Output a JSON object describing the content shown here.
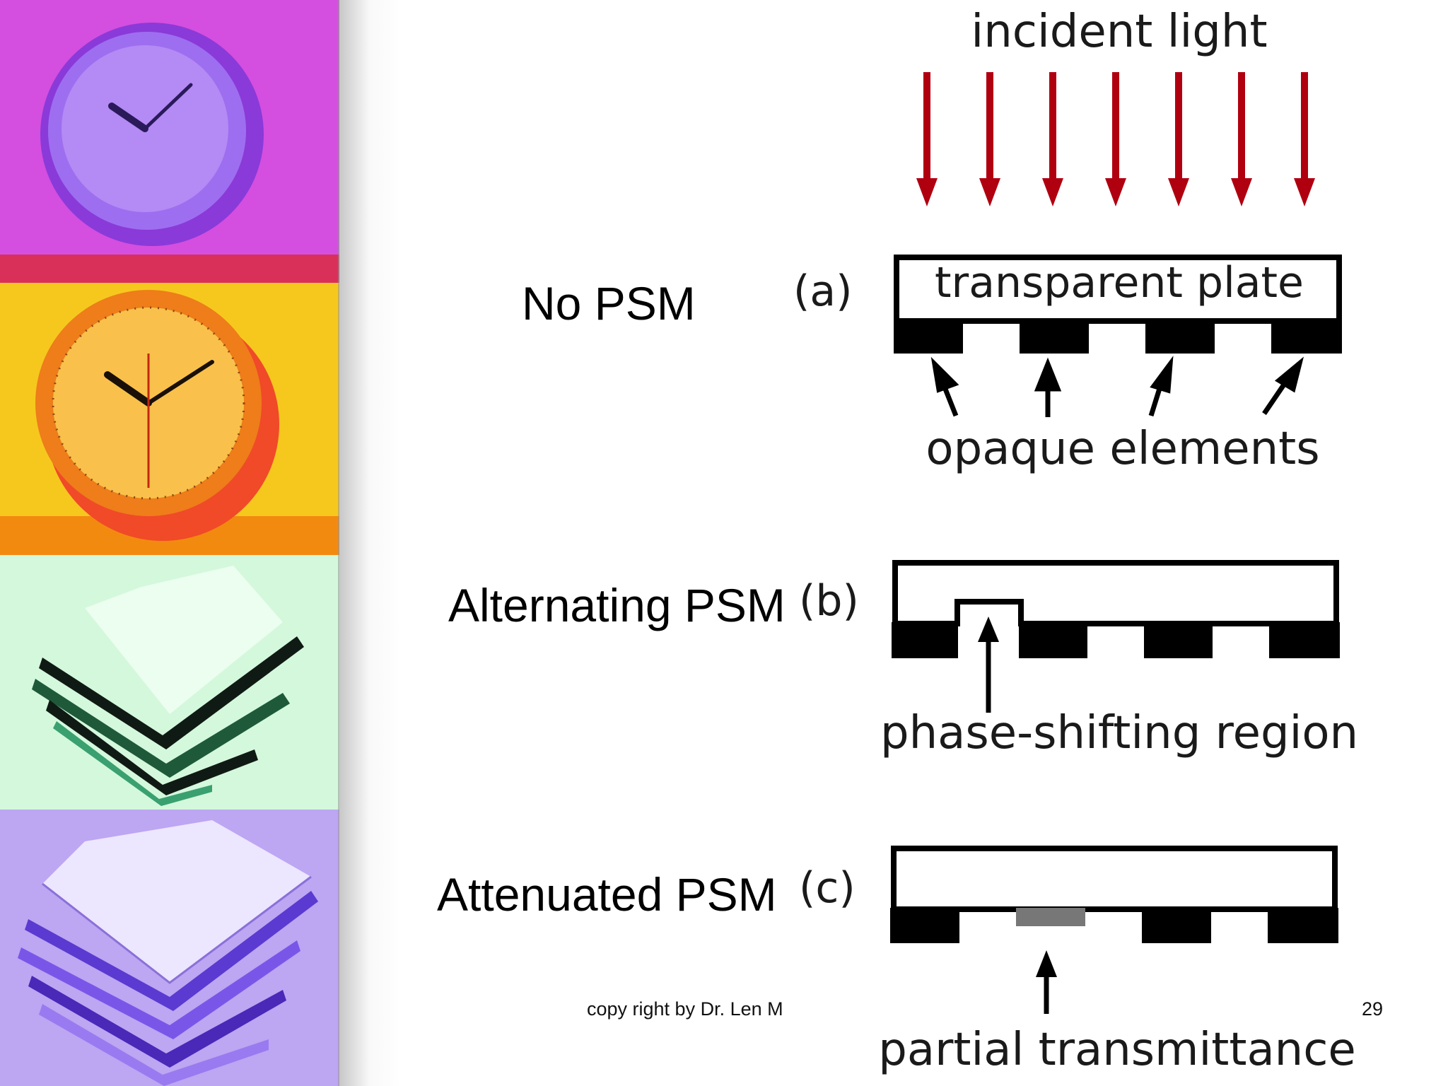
{
  "slide": {
    "rows": [
      {
        "psm_label": "No PSM",
        "panel_tag": "(a)"
      },
      {
        "psm_label": "Alternating PSM",
        "panel_tag": "(b)"
      },
      {
        "psm_label": "Attenuated PSM",
        "panel_tag": "(c)"
      }
    ],
    "diagram_labels": {
      "incident_light": "incident light",
      "transparent_plate": "transparent plate",
      "opaque_elements": "opaque elements",
      "phase_shifting_region": "phase-shifting region",
      "partial_transmittance": "partial transmittance"
    },
    "footer": {
      "copyright": "copy right by Dr. Len M",
      "page_number": "29"
    }
  },
  "colors": {
    "light_arrows": "#b00010",
    "mask_opaque": "#000000",
    "partial_region": "#777777",
    "panel_magenta": "#d44ee0",
    "panel_yellow": "#f6c81e",
    "panel_green": "#c8f5d2",
    "panel_violet": "#bda6f2"
  }
}
